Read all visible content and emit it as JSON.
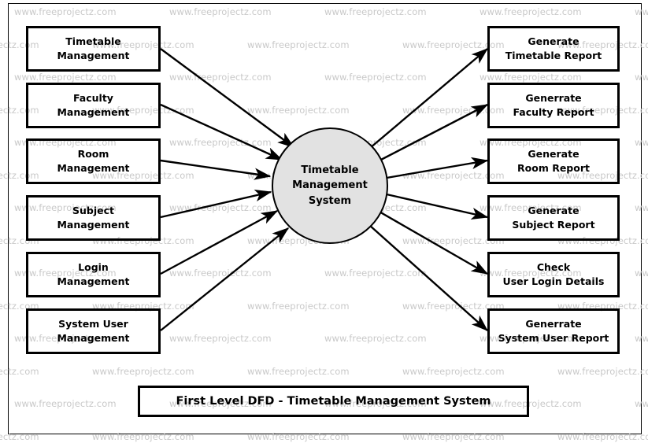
{
  "diagram": {
    "title": "First Level DFD - Timetable Management System",
    "watermark_text": "www.freeprojectz.com",
    "process": {
      "name": "Timetable\nManagement\nSystem",
      "fill_color": "#e2e2e2",
      "stroke_color": "#000000"
    },
    "inputs": [
      {
        "label": "Timetable\nManagement"
      },
      {
        "label": "Faculty\nManagement"
      },
      {
        "label": "Room\nManagement"
      },
      {
        "label": "Subject\nManagement"
      },
      {
        "label": "Login\nManagement"
      },
      {
        "label": "System User\nManagement"
      }
    ],
    "outputs": [
      {
        "label": "Generate\nTimetable Report"
      },
      {
        "label": "Generrate\nFaculty Report"
      },
      {
        "label": "Generate\nRoom Report"
      },
      {
        "label": "Generate\nSubject Report"
      },
      {
        "label": "Check\nUser Login Details"
      },
      {
        "label": "Generrate\nSystem User Report"
      }
    ]
  }
}
